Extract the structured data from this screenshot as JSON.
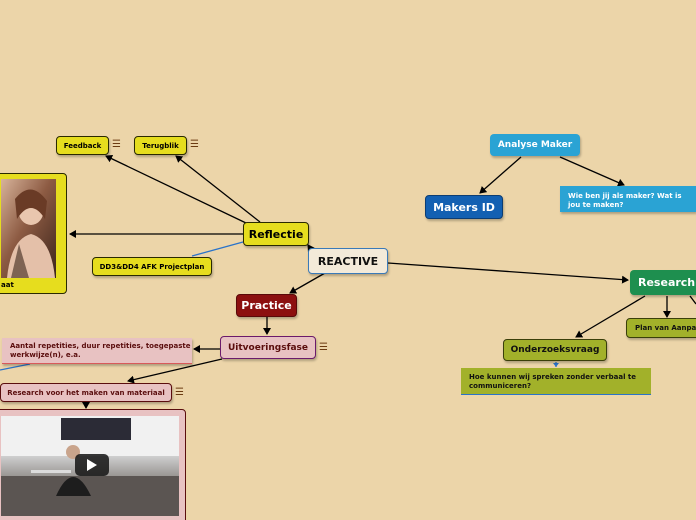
{
  "map": {
    "central": "REACTIVE",
    "reflectie": {
      "label": "Reflectie",
      "children": {
        "feedback": "Feedback",
        "terugblik": "Terugblik",
        "projectplan": "DD3&DD4 AFK Projectplan",
        "image_caption": "aat"
      }
    },
    "practice": {
      "label": "Practice",
      "uitvoeringsfase": "Uitvoeringsfase",
      "repetities": "Aantal repetities, duur repetities, toegepaste werkwijze(n), e.a.",
      "research_material": "Research voor het maken van materiaal",
      "video_caption": "..."
    },
    "analyse": {
      "label": "Analyse Maker",
      "makers_id": "Makers ID",
      "wie_ben_jij": "Wie ben jij als maker? Wat is jou te maken?"
    },
    "research": {
      "label": "Research",
      "plan": "Plan van Aanpak",
      "onderzoeksvraag": "Onderzoeksvraag",
      "vraag": "Hoe kunnen wij spreken zonder verbaal te communiceren?"
    }
  },
  "icons": {
    "note": "note-icon",
    "play": "play-icon"
  },
  "colors": {
    "background": "#ecd5a9",
    "reflectie": "#e6dd1e",
    "practice": "#8c0f0f",
    "uitvoering": "#e8c2c2",
    "makers_id": "#1360b2",
    "analyse": "#2aa3d4",
    "research": "#1e8f4f",
    "onderzoek": "#a2b12a"
  }
}
